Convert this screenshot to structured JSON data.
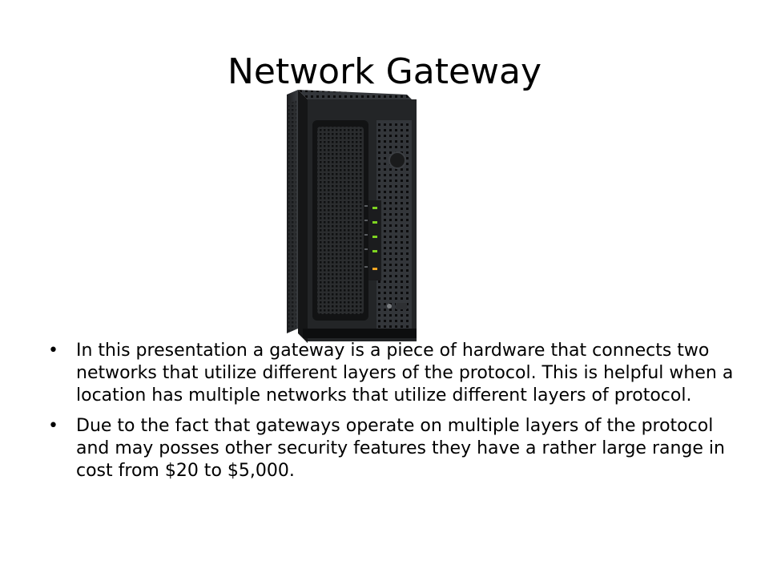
{
  "slide": {
    "title": "Network Gateway",
    "bullets": [
      "In this presentation a gateway is a piece of hardware that connects two networks that utilize different layers of the protocol. This is helpful when a location has multiple networks that utilize different layers of protocol.",
      "Due to the fact that gateways operate on multiple layers of the protocol and may posses other security features they have a rather large range in cost from $20 to $5,000."
    ],
    "bullet_glyph": "•",
    "image": {
      "icon": "network-gateway-device-image",
      "led_colors": [
        "#7ed321",
        "#7ed321",
        "#7ed321",
        "#7ed321",
        "#f5a623"
      ]
    }
  }
}
